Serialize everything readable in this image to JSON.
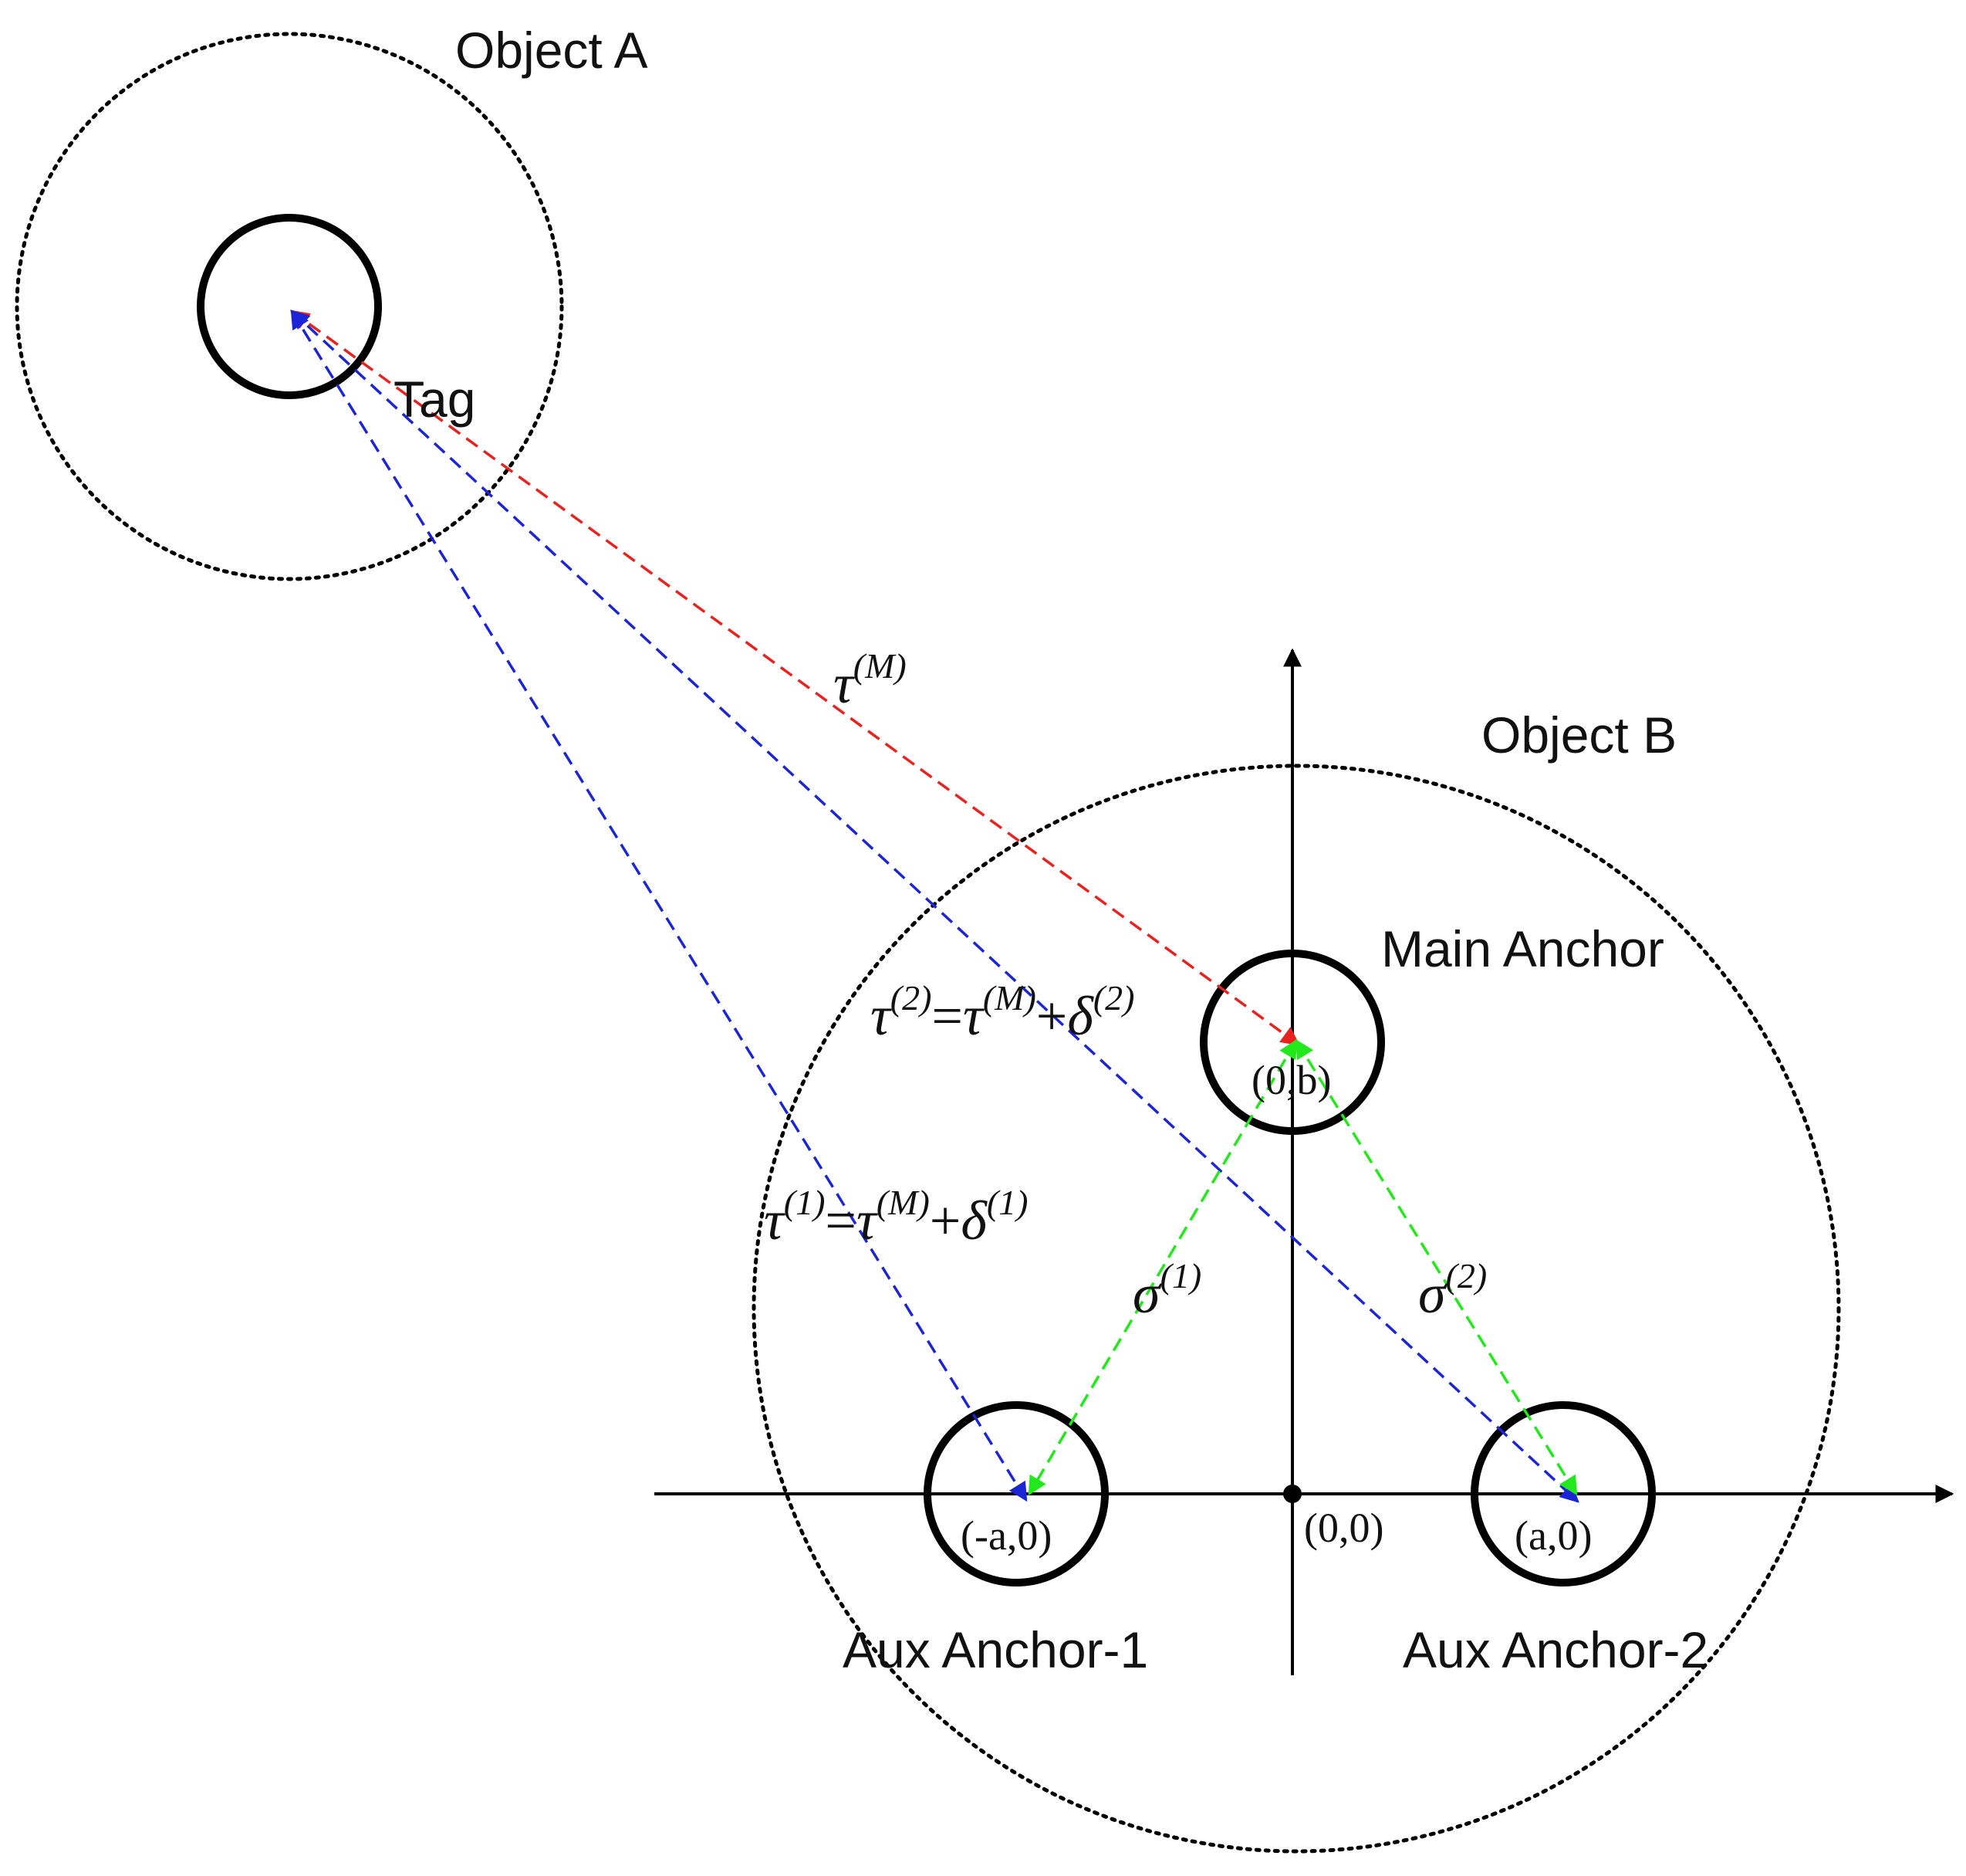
{
  "labels": {
    "object_a": "Object A",
    "object_b": "Object B",
    "tag": "Tag",
    "main_anchor": "Main Anchor",
    "aux_anchor_1": "Aux Anchor-1",
    "aux_anchor_2": "Aux Anchor-2"
  },
  "coords": {
    "main": "(0,b)",
    "aux1": "(-a,0)",
    "aux2": "(a,0)",
    "origin": "(0,0)"
  },
  "math": {
    "tau": "τ",
    "sigma": "σ",
    "delta": "δ",
    "equals": "=",
    "plus": "+",
    "sup_m": "(M)",
    "sup_1": "(1)",
    "sup_2": "(2)"
  },
  "colors": {
    "tag_to_main": "#e8231f",
    "tag_to_aux": "#1c25d6",
    "main_to_aux": "#22e81c",
    "ink": "#000000"
  }
}
